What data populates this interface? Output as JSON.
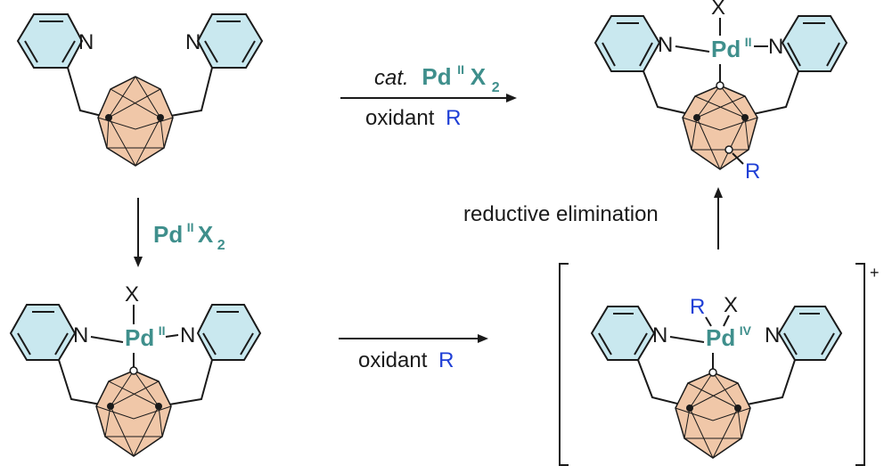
{
  "colors": {
    "pyridine_fill": "#c9e8ef",
    "cage_fill": "#f0c7a8",
    "palladium": "#3f8f8c",
    "reagent_R": "#1f3fd6",
    "bond": "#1a1a1a",
    "background": "#ffffff"
  },
  "atoms": {
    "nitrogen": "N",
    "halide": "X",
    "substituent": "R",
    "palladium": "Pd",
    "ox_state_II": "II",
    "ox_state_IV": "IV",
    "subscript_2": "2",
    "charge_plus": "+"
  },
  "arrows": {
    "top": {
      "line1_italic": "cat.",
      "line2_word": "oxidant"
    },
    "left_down": {},
    "bottom": {
      "word": "oxidant"
    },
    "right_up": {
      "label": "reductive elimination"
    }
  },
  "structures": [
    {
      "id": "ligand",
      "metal": null
    },
    {
      "id": "pd-ii-complex",
      "metal": "Pd(II)"
    },
    {
      "id": "pd-iv-cation",
      "metal": "Pd(IV)",
      "bracketed": true
    },
    {
      "id": "product",
      "metal": "Pd(II)",
      "functionalized": true
    }
  ]
}
